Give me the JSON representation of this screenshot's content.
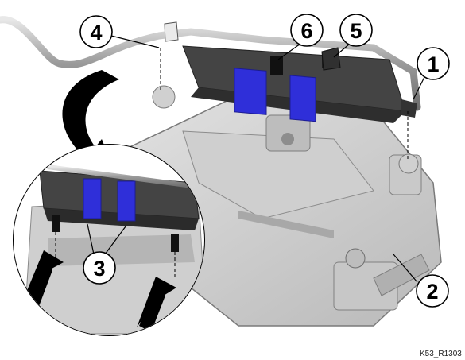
{
  "callouts": [
    {
      "id": "1",
      "label": "1"
    },
    {
      "id": "2",
      "label": "2"
    },
    {
      "id": "3",
      "label": "3"
    },
    {
      "id": "4",
      "label": "4"
    },
    {
      "id": "5",
      "label": "5"
    },
    {
      "id": "6",
      "label": "6"
    }
  ],
  "reference_code": "K53_R1303",
  "colors": {
    "housing": "#d6d6d6",
    "housing_shadow": "#a9a9a9",
    "module": "#3d3d3d",
    "straps": "#2f2fd9",
    "background": "#ffffff"
  }
}
